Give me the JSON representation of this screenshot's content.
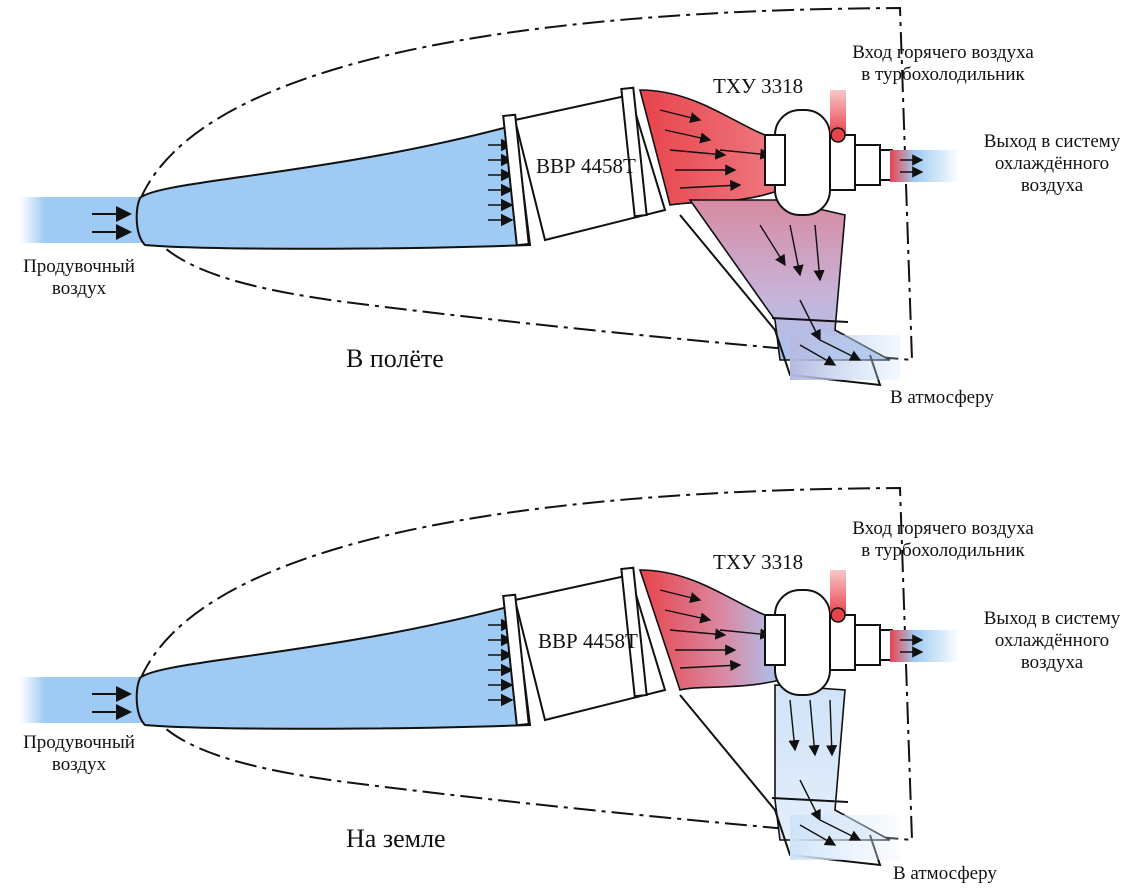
{
  "panels": [
    {
      "mode": "flight",
      "title": "В полёте",
      "inlet_label": [
        "Продувочный",
        "воздух"
      ],
      "heat_exchanger_label": "ВВР 4458Т",
      "turbocooler_label": "ТХУ 3318",
      "hot_air_label": [
        "Вход горячего воздуха",
        "в турбохолодильник"
      ],
      "outlet_label": [
        "Выход в систему",
        "охлаждённого",
        "воздуха"
      ],
      "exhaust_label": "В атмосферу"
    },
    {
      "mode": "ground",
      "title": "На земле",
      "inlet_label": [
        "Продувочный",
        "воздух"
      ],
      "heat_exchanger_label": "ВВР 4458Т",
      "turbocooler_label": "ТХУ 3318",
      "hot_air_label": [
        "Вход горячего воздуха",
        "в турбохолодильник"
      ],
      "outlet_label": [
        "Выход в систему",
        "охлаждённого",
        "воздуха"
      ],
      "exhaust_label": "В атмосферу"
    }
  ],
  "colors": {
    "cold_air": "#9fcaf3",
    "hot_air": "#e8434b",
    "mixed_air": "#c9a2c4",
    "outline": "#111111"
  }
}
